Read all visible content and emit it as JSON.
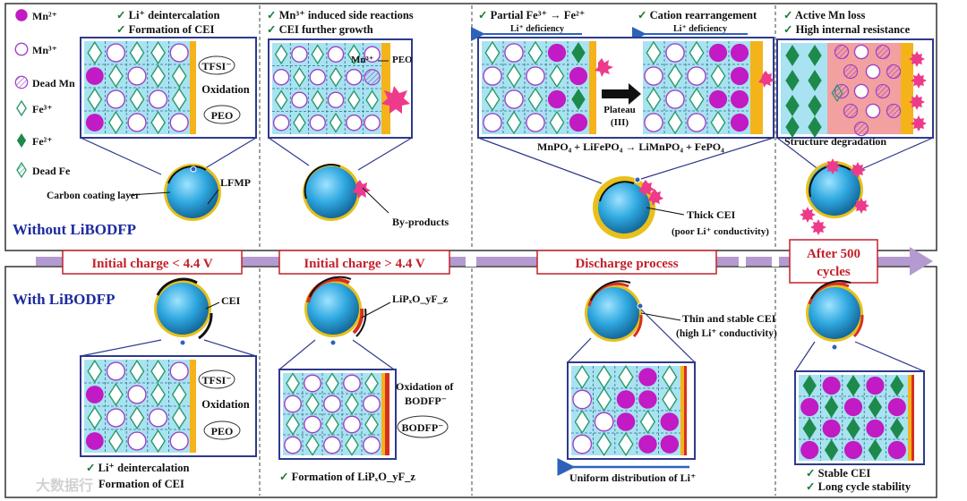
{
  "colors": {
    "mn2": "#c21ac4",
    "mn3_ring": "#a040c8",
    "fe3": "#2a9a6a",
    "fe2": "#1d8a4c",
    "cell_bg": "#a9e3f1",
    "cathode_bg": "#f2a0a0",
    "cei": "#f5b31a",
    "frame": "#2e3a8c",
    "particle": "#2fa8e0",
    "coat": "#e8c019",
    "cei_red": "#d6301e",
    "arrow_bar": "#b49ad0",
    "check": "#1f7a3a",
    "title_blue": "#1d2b9e",
    "label_red": "#c4202a",
    "burst": "#ee3a8a"
  },
  "legend": {
    "mn2": "Mn²⁺",
    "mn3": "Mn³⁺",
    "dead_mn": "Dead Mn",
    "fe3": "Fe³⁺",
    "fe2": "Fe²⁺",
    "dead_fe": "Dead Fe"
  },
  "top": {
    "row_title": "Without LiBODFP",
    "p1": {
      "checks": [
        "Li⁺ deintercalation",
        "Formation of CEI"
      ],
      "labels": [
        "TFSI⁻",
        "Oxidation",
        "PEO"
      ],
      "particle_labels": [
        "Carbon coating layer",
        "LFMP"
      ]
    },
    "p2": {
      "checks": [
        "Mn³⁺ induced side reactions",
        "CEI further growth"
      ],
      "labels": [
        "Mn³⁺",
        "PEO"
      ],
      "particle_label": "By-products"
    },
    "p3": {
      "checks": [
        "Partial Fe³⁺ → Fe²⁺",
        "Cation rearrangement"
      ],
      "li_def": [
        "Li⁺ deficiency",
        "Li⁺ deficiency"
      ],
      "plateau": [
        "Plateau",
        "(III)"
      ],
      "equation": "MnPO₄ + LiFePO₄ → LiMnPO₄ + FePO₄",
      "particle_labels": [
        "Thick CEI",
        "(poor Li⁺ conductivity)"
      ]
    },
    "p4": {
      "checks": [
        "Active Mn loss",
        "High internal resistance"
      ],
      "label": "Structure degradation"
    }
  },
  "stages": [
    "Initial charge < 4.4 V",
    "Initial charge > 4.4 V",
    "Discharge process",
    "After 500",
    "cycles"
  ],
  "bottom": {
    "row_title": "With LiBODFP",
    "p1": {
      "particle_label": "CEI",
      "labels": [
        "TFSI⁻",
        "Oxidation",
        "PEO"
      ],
      "checks": [
        "Li⁺ deintercalation",
        "Formation of CEI"
      ]
    },
    "p2": {
      "particle_label": "LiPₓO_yF_z",
      "labels": [
        "Oxidation of",
        "BODFP⁻",
        "BODFP⁻"
      ],
      "check": "Formation of LiPₓO_yF_z"
    },
    "p3": {
      "particle_labels": [
        "Thin and stable CEI",
        "(high Li⁺ conductivity)"
      ],
      "arrow_label": "Uniform distribution of  Li⁺"
    },
    "p4": {
      "checks": [
        "Stable CEI",
        "Long cycle stability"
      ]
    }
  },
  "watermark": "大数据行"
}
